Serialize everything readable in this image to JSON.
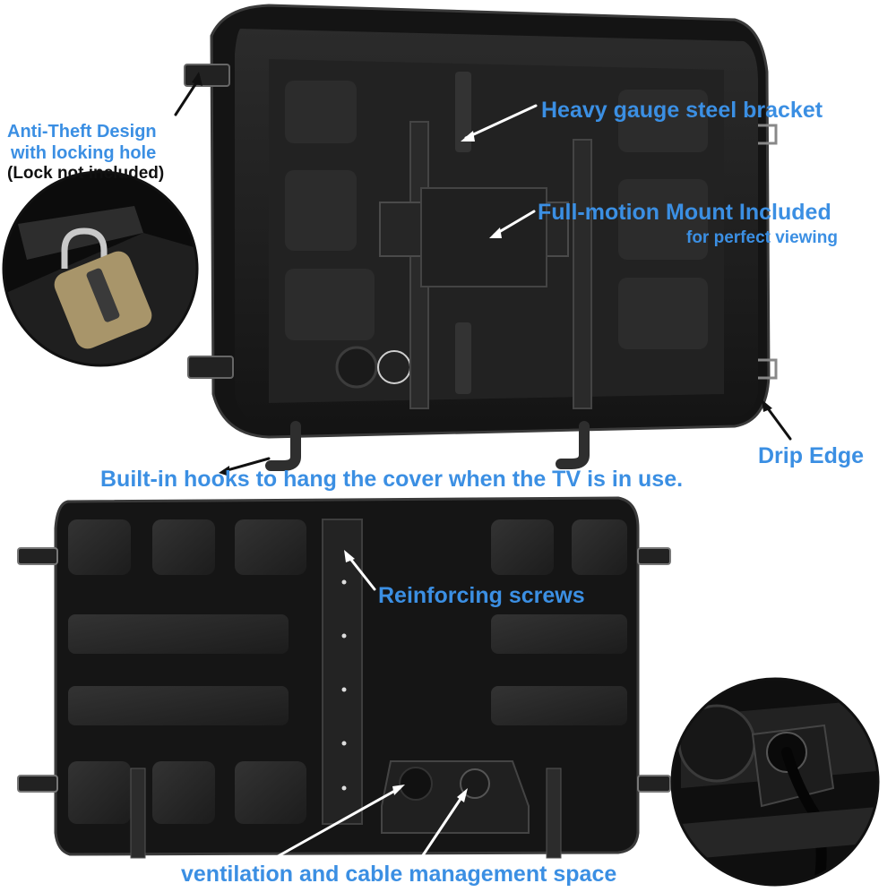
{
  "labels": {
    "anti_theft_title": "Anti-Theft Design",
    "anti_theft_sub": "with locking hole",
    "anti_theft_note": "(Lock not included)",
    "steel_bracket": "Heavy gauge steel bracket",
    "mount_title": "Full-motion Mount Included",
    "mount_sub": "for perfect viewing",
    "drip_edge": "Drip Edge",
    "hooks": "Built-in hooks to hang the cover when the TV is in use.",
    "screws": "Reinforcing screws",
    "ventilation": "ventilation and cable management space"
  },
  "colors": {
    "accent": "#3b8fe3",
    "note": "#111111",
    "box": "#1a1a1a",
    "box_edge": "#3a3a3a",
    "arrow": "#ffffff"
  },
  "icons": {
    "lock": "padlock-icon",
    "cable": "cable-icon"
  }
}
